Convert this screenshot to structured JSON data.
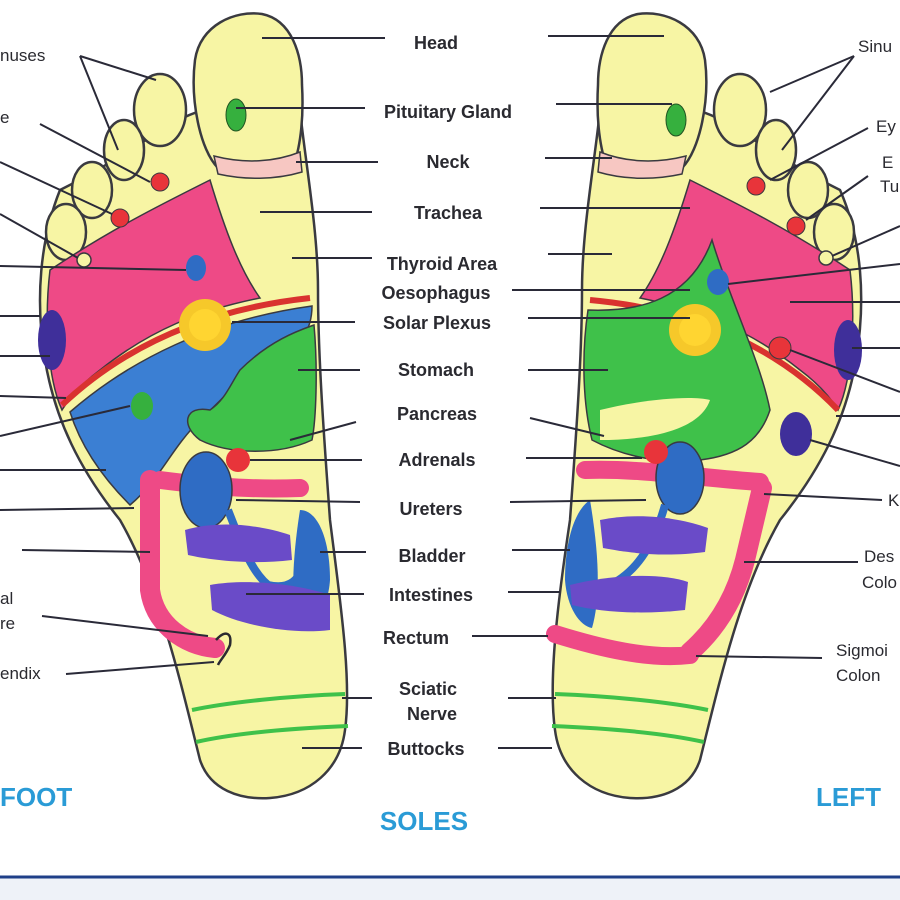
{
  "center_labels": {
    "head": "Head",
    "pituitary": "Pituitary Gland",
    "neck": "Neck",
    "trachea": "Trachea",
    "thyroid": "Thyroid Area",
    "oesophagus": "Oesophagus",
    "solar": "Solar Plexus",
    "stomach": "Stomach",
    "pancreas": "Pancreas",
    "adrenals": "Adrenals",
    "ureters": "Ureters",
    "bladder": "Bladder",
    "intestines": "Intestines",
    "rectum": "Rectum",
    "sciatic_1": "Sciatic",
    "sciatic_2": "Nerve",
    "buttocks": "Buttocks"
  },
  "left_edge_labels": {
    "sinuses": "nuses",
    "eyes": "e",
    "ileocecal_1": "al",
    "ileocecal_2": "re",
    "appendix": "endix"
  },
  "right_edge_labels": {
    "sinuses": "Sinu",
    "eyes": "Ey",
    "ears_1": "E",
    "ears_2": "Tu",
    "kidney": "K",
    "descending_1": "Des",
    "descending_2": "Colo",
    "sigmoid_1": "Sigmoi",
    "sigmoid_2": "Colon"
  },
  "footer": {
    "right_foot": "FOOT",
    "soles": "SOLES",
    "left_foot": "LEFT"
  },
  "colors": {
    "foot_yellow": "#f7f5a4",
    "pink": "#ee4a86",
    "blue": "#3b7fd3",
    "green": "#3fc14a",
    "purple": "#6a4bc8",
    "red": "#e8343a",
    "soles_blue": "#2a9bd6"
  }
}
